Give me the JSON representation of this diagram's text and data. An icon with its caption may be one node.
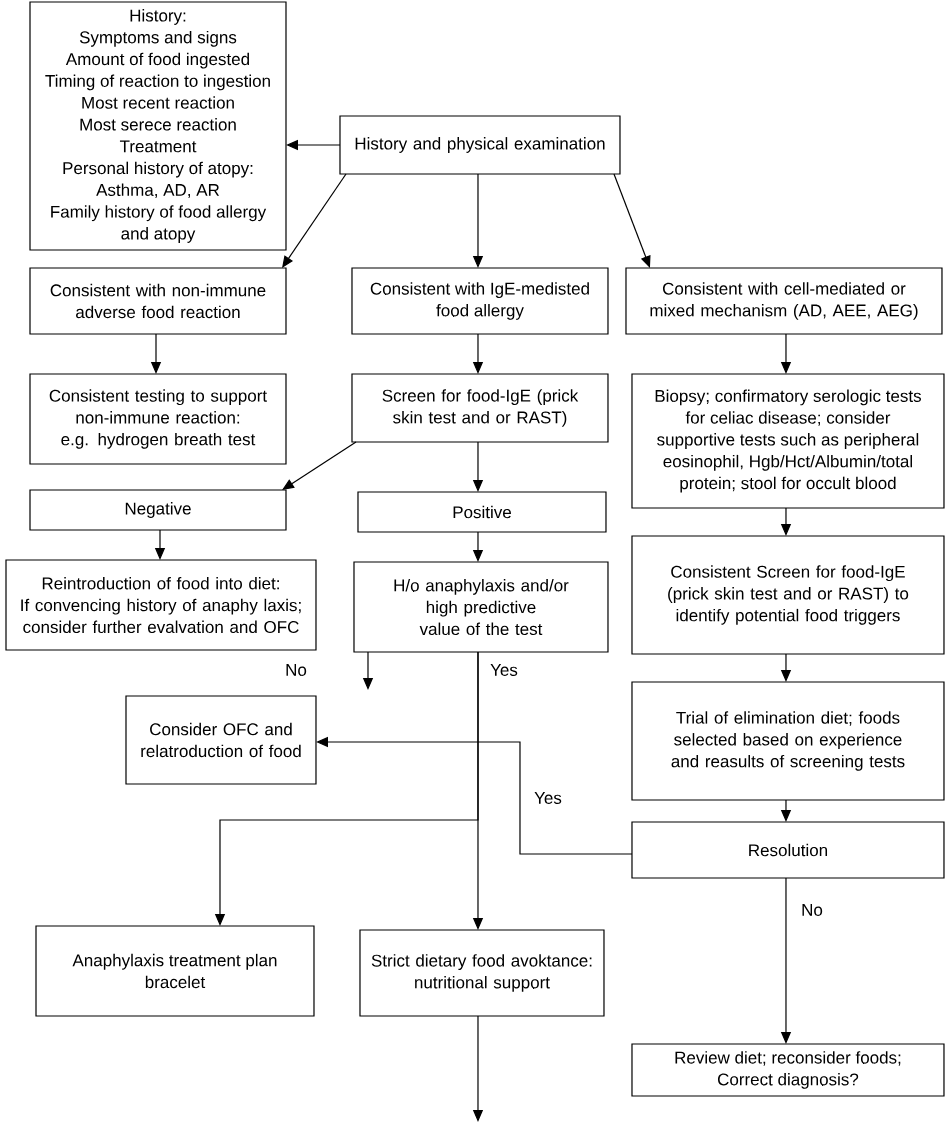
{
  "diagram": {
    "nodes": [
      {
        "text": [
          "History:",
          "Symptoms and signs",
          "Amount of food ingested",
          "Timing of reaction to ingestion",
          "Most recent reaction",
          "Most serece reaction",
          "Treatment",
          "Personal history of atopy: Asthma, AD, AR",
          "Family history of food allergy and atopy"
        ]
      },
      {
        "text": [
          "History and physical examination"
        ]
      },
      {
        "text": [
          "Consistent with non-immune adverse food reaction"
        ]
      },
      {
        "text": [
          "Consistent with IgE-medisted food allergy"
        ]
      },
      {
        "text": [
          "Consistent with cell-mediated or mixed mechanism (AD, AEE, AEG)"
        ]
      },
      {
        "text": [
          "Consistent testing to support non-immune reaction: e.g. hydrogen breath test"
        ]
      },
      {
        "text": [
          "Screen for food-IgE (prick skin test and or RAST)"
        ]
      },
      {
        "text": [
          "Biopsy; confirmatory serologic tests for celiac disease; consider supportive tests such as peripheral eosinophil, Hgb/Hct/Albumin/total protein; stool for occult blood"
        ]
      },
      {
        "text": [
          "Negative"
        ]
      },
      {
        "text": [
          "Positive"
        ]
      },
      {
        "text": [
          "Reintroduction of food into diet:",
          "If convencing history of anaphy laxis; consider further evalvation and OFC"
        ]
      },
      {
        "text": [
          "H/o anaphylaxis and/or high predictive value of the test"
        ]
      },
      {
        "text": [
          "Consistent Screen for food-IgE (prick skin test and or RAST) to identify potential food triggers"
        ]
      },
      {
        "text": [
          "Consider OFC and relatroduction of food"
        ]
      },
      {
        "text": [
          "Trial of elimination diet; foods selected based on experience and reasults of screening tests"
        ]
      },
      {
        "text": [
          "Resolution"
        ]
      },
      {
        "text": [
          "Anaphylaxis treatment plan bracelet"
        ]
      },
      {
        "text": [
          "Strict dietary food avoktance: nutritional support"
        ]
      },
      {
        "text": [
          "Review diet; reconsider foods; Correct diagnosis?"
        ]
      }
    ],
    "edges": [
      {
        "from": 1,
        "to": 0,
        "arrow": "to"
      },
      {
        "from": 1,
        "to": 2,
        "arrow": "to"
      },
      {
        "from": 1,
        "to": 3,
        "arrow": "to"
      },
      {
        "from": 1,
        "to": 4,
        "arrow": "to"
      },
      {
        "from": 2,
        "to": 5,
        "arrow": "to"
      },
      {
        "from": 3,
        "to": 6,
        "arrow": "to"
      },
      {
        "from": 4,
        "to": 7,
        "arrow": "to"
      },
      {
        "from": 6,
        "to": 8,
        "arrow": "to"
      },
      {
        "from": 6,
        "to": 9,
        "arrow": "to"
      },
      {
        "from": 8,
        "to": 10,
        "arrow": "to"
      },
      {
        "from": 9,
        "to": 11,
        "arrow": "to"
      },
      {
        "from": 7,
        "to": 12,
        "arrow": "to"
      },
      {
        "from": 11,
        "to": null,
        "arrow": "to",
        "label": "No"
      },
      {
        "from": 11,
        "to": 17,
        "arrow": "to",
        "label": "Yes"
      },
      {
        "from": 11,
        "to": 16,
        "arrow": "to"
      },
      {
        "from": 12,
        "to": 14,
        "arrow": "to"
      },
      {
        "from": 14,
        "to": 15,
        "arrow": "to"
      },
      {
        "from": 15,
        "to": 13,
        "arrow": "to",
        "label": "Yes"
      },
      {
        "from": 15,
        "to": 18,
        "arrow": "to",
        "label": "No"
      },
      {
        "from": 17,
        "to": null,
        "arrow": "to"
      }
    ]
  }
}
